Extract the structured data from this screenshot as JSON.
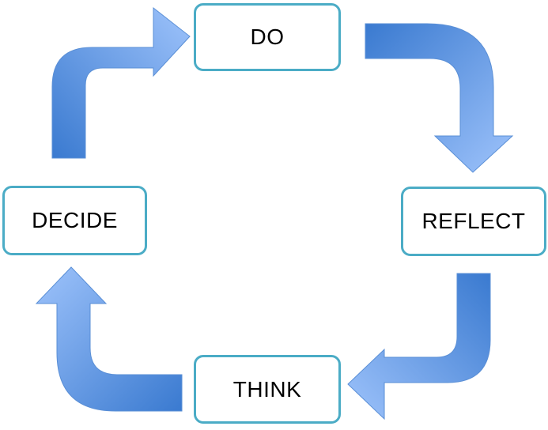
{
  "diagram": {
    "stages": [
      {
        "id": "do",
        "label": "DO"
      },
      {
        "id": "reflect",
        "label": "REFLECT"
      },
      {
        "id": "think",
        "label": "THINK"
      },
      {
        "id": "decide",
        "label": "DECIDE"
      }
    ],
    "flow": [
      "do",
      "reflect",
      "think",
      "decide",
      "do"
    ],
    "colors": {
      "box_border": "#4bacc6",
      "box_fill": "#ffffff",
      "arrow_dark": "#3a7ad0",
      "arrow_light": "#9ec3fb",
      "arrow_stroke": "#5a8fd6",
      "text": "#000000"
    }
  }
}
